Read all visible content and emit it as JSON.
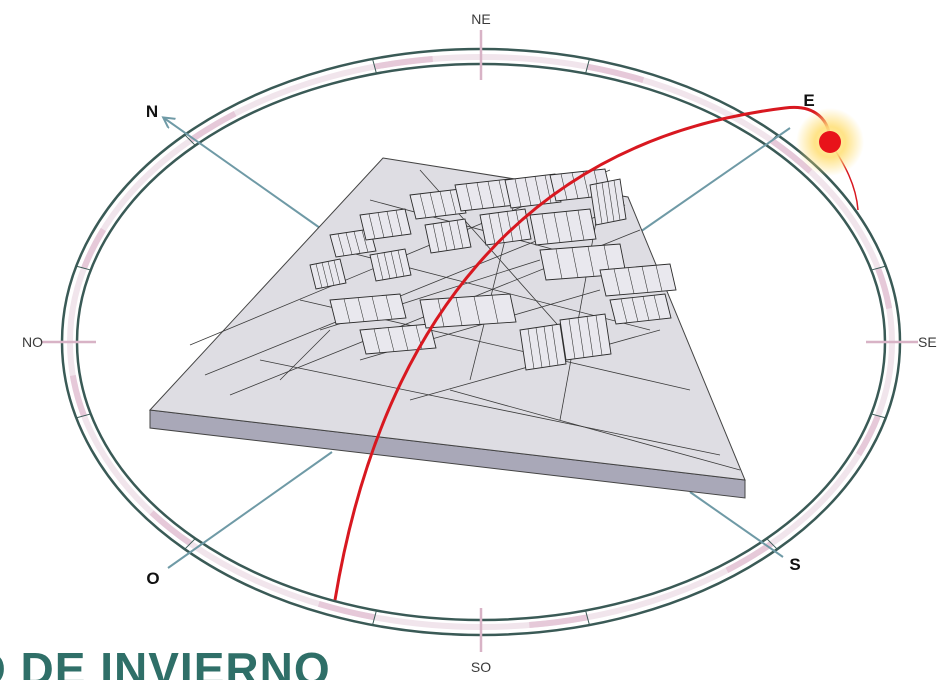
{
  "compass": {
    "ne": "NE",
    "se": "SE",
    "so": "SO",
    "no": "NO",
    "n": "N",
    "e": "E",
    "s": "S",
    "o": "O"
  },
  "caption": "O DE INVIERNO",
  "colors": {
    "ring": "#3a5a56",
    "ring_fill": "#f3e6ee",
    "ring_segment": "#e6c9d9",
    "tick": "#d8b3c6",
    "axis": "#6f9aa6",
    "sun": "#e8131a",
    "sun_glow": "#ffe07a",
    "sun_path": "#d81820",
    "slab_top": "#dedde3",
    "slab_side": "#a9a8b8",
    "caption": "#2f6f68"
  },
  "icons": {
    "sun": "sun-icon",
    "arrow": "north-arrow-icon"
  }
}
